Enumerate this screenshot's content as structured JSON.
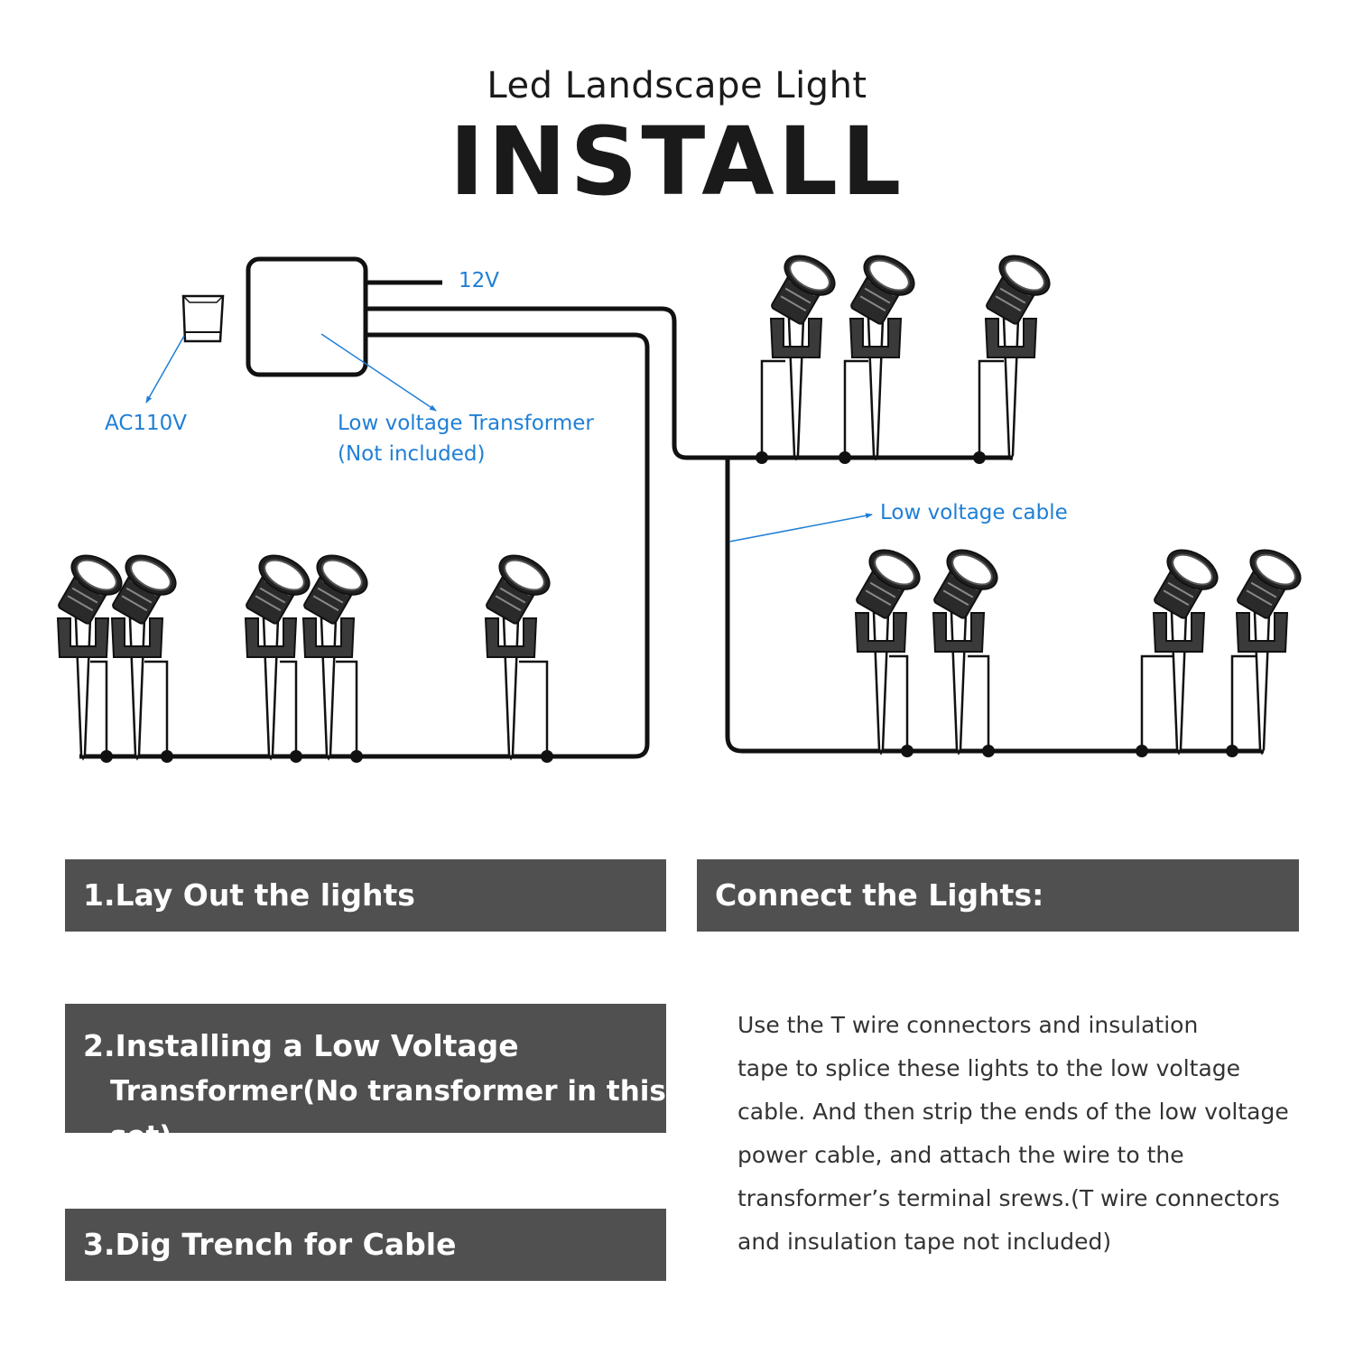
{
  "header": {
    "subtitle": "Led Landscape Light",
    "title": "INSTALL"
  },
  "labels": {
    "v12": "12V",
    "ac110v": "AC110V",
    "transformer_line1": "Low voltage Transformer",
    "transformer_line2": "(Not included)",
    "cable": "Low voltage cable"
  },
  "steps": [
    {
      "lines": [
        "1.Lay Out the lights"
      ]
    },
    {
      "lines": [
        "2.Installing a Low Voltage",
        "Transformer(No transformer in this set)"
      ]
    },
    {
      "lines": [
        "3.Dig Trench for Cable"
      ]
    }
  ],
  "connect": {
    "heading": "Connect the Lights:",
    "lines": [
      "Use the T wire connectors and insulation",
      "tape to splice these lights to the low voltage",
      "cable. And then strip the ends of the low voltage",
      "power cable, and attach the wire to the",
      "transformer’s terminal srews.(T wire connectors",
      "and insulation tape not included)"
    ]
  },
  "colors": {
    "annotation": "#1f7fd6",
    "step_bar": "#505050",
    "wire": "#111111"
  },
  "icons": {
    "spotlight": "garden-spotlight-icon",
    "adapter": "wall-adapter-icon",
    "transformer": "transformer-box-icon"
  }
}
